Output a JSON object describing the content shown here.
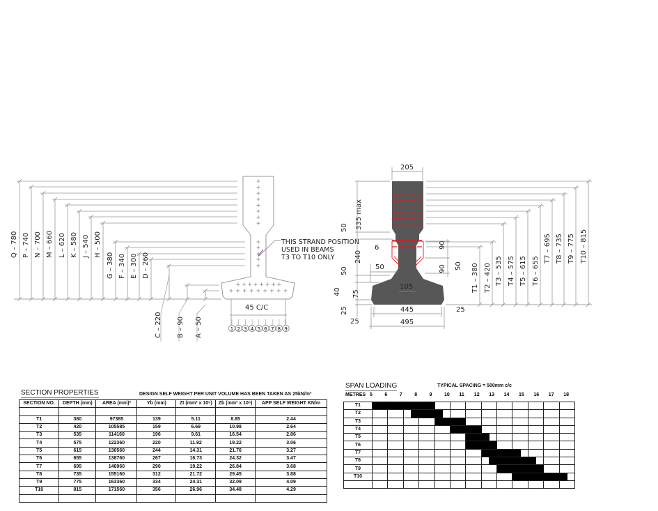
{
  "left_section": {
    "dims": [
      {
        "label": "Q",
        "value": "780"
      },
      {
        "label": "P",
        "value": "740"
      },
      {
        "label": "N",
        "value": "700"
      },
      {
        "label": "M",
        "value": "660"
      },
      {
        "label": "L",
        "value": "620"
      },
      {
        "label": "K",
        "value": "580"
      },
      {
        "label": "J",
        "value": "540"
      },
      {
        "label": "H",
        "value": "500"
      },
      {
        "label": "G",
        "value": "380"
      },
      {
        "label": "F",
        "value": "340"
      },
      {
        "label": "E",
        "value": "300"
      },
      {
        "label": "D",
        "value": "260"
      },
      {
        "label": "C",
        "value": "220"
      },
      {
        "label": "B",
        "value": "90"
      },
      {
        "label": "A",
        "value": "50"
      }
    ],
    "note": [
      "THIS STRAND POSITION",
      "USED IN BEAMS",
      "T3 TO T10 ONLY"
    ],
    "spacing": "45 C/C",
    "strand_numbers": [
      "1",
      "2",
      "3",
      "4",
      "5",
      "6",
      "7",
      "8",
      "9"
    ]
  },
  "right_section": {
    "top_width": "205",
    "dims": {
      "max_label": "335 max",
      "d50a": "50",
      "d240": "240",
      "d50b": "50",
      "d40": "40",
      "d75": "75",
      "d25a": "25",
      "d25b": "25",
      "d6": "6",
      "d50c": "50",
      "d90a": "90",
      "d90b": "90",
      "d50d": "50",
      "d105": "105",
      "d445": "445",
      "d495": "495",
      "d25c": "25"
    },
    "beam_dims": [
      {
        "label": "T1",
        "value": "380"
      },
      {
        "label": "T2",
        "value": "420"
      },
      {
        "label": "T3",
        "value": "535"
      },
      {
        "label": "T4",
        "value": "575"
      },
      {
        "label": "T5",
        "value": "615"
      },
      {
        "label": "T6",
        "value": "655"
      },
      {
        "label": "T7",
        "value": "695"
      },
      {
        "label": "T8",
        "value": "735"
      },
      {
        "label": "T9",
        "value": "775"
      },
      {
        "label": "T10",
        "value": "815"
      }
    ],
    "colors": {
      "beam": "#575757",
      "strand": "#e8141c"
    }
  },
  "section_properties": {
    "title": "SECTION PROPERTIES",
    "note": "DESIGN SELF WEIGHT PER UNIT VOLUME HAS BEEN TAKEN AS 25kN/m³",
    "headers": [
      "SECTION NO.",
      "DEPTH (mm)",
      "AREA (mm)²",
      "Yb (mm)",
      "Zt (mm³ x 10⁶)",
      "Zb (mm³ x 10⁶)",
      "APP SELF WEIGHT KN/m"
    ],
    "rows": [
      [
        "T1",
        "380",
        "97385",
        "139",
        "5.11",
        "8.85",
        "2.44"
      ],
      [
        "T2",
        "420",
        "105585",
        "159",
        "6.69",
        "10.98",
        "2.64"
      ],
      [
        "T3",
        "535",
        "114160",
        "196",
        "9.61",
        "16.54",
        "2.86"
      ],
      [
        "T4",
        "575",
        "122360",
        "220",
        "11.92",
        "19.22",
        "3.06"
      ],
      [
        "T5",
        "615",
        "130560",
        "244",
        "14.31",
        "21.76",
        "3.27"
      ],
      [
        "T6",
        "655",
        "138760",
        "267",
        "16.73",
        "24.32",
        "3.47"
      ],
      [
        "T7",
        "695",
        "146960",
        "290",
        "19.22",
        "26.84",
        "3.68"
      ],
      [
        "T8",
        "735",
        "155160",
        "312",
        "21.72",
        "29.45",
        "3.88"
      ],
      [
        "T9",
        "775",
        "163360",
        "334",
        "24.31",
        "32.09",
        "4.09"
      ],
      [
        "T10",
        "815",
        "171560",
        "356",
        "26.96",
        "34.48",
        "4.29"
      ]
    ]
  },
  "span_loading": {
    "title": "SPAN LOADING",
    "note": "TYPICAL SPACING = 500mm c/c",
    "axis_label": "METRES",
    "metres": [
      "5",
      "6",
      "7",
      "8",
      "9",
      "10",
      "11",
      "12",
      "13",
      "14",
      "15",
      "16",
      "17",
      "18"
    ],
    "ranges": [
      {
        "beam": "T1",
        "from": 5,
        "to": 9
      },
      {
        "beam": "T2",
        "from": 7.5,
        "to": 9.5
      },
      {
        "beam": "T3",
        "from": 9,
        "to": 11
      },
      {
        "beam": "T4",
        "from": 10,
        "to": 12
      },
      {
        "beam": "T5",
        "from": 11,
        "to": 12.5
      },
      {
        "beam": "T6",
        "from": 11,
        "to": 13
      },
      {
        "beam": "T7",
        "from": 12,
        "to": 14.5
      },
      {
        "beam": "T8",
        "from": 12.5,
        "to": 15.5
      },
      {
        "beam": "T9",
        "from": 13,
        "to": 16
      },
      {
        "beam": "T10",
        "from": 14,
        "to": 17.5
      }
    ]
  }
}
